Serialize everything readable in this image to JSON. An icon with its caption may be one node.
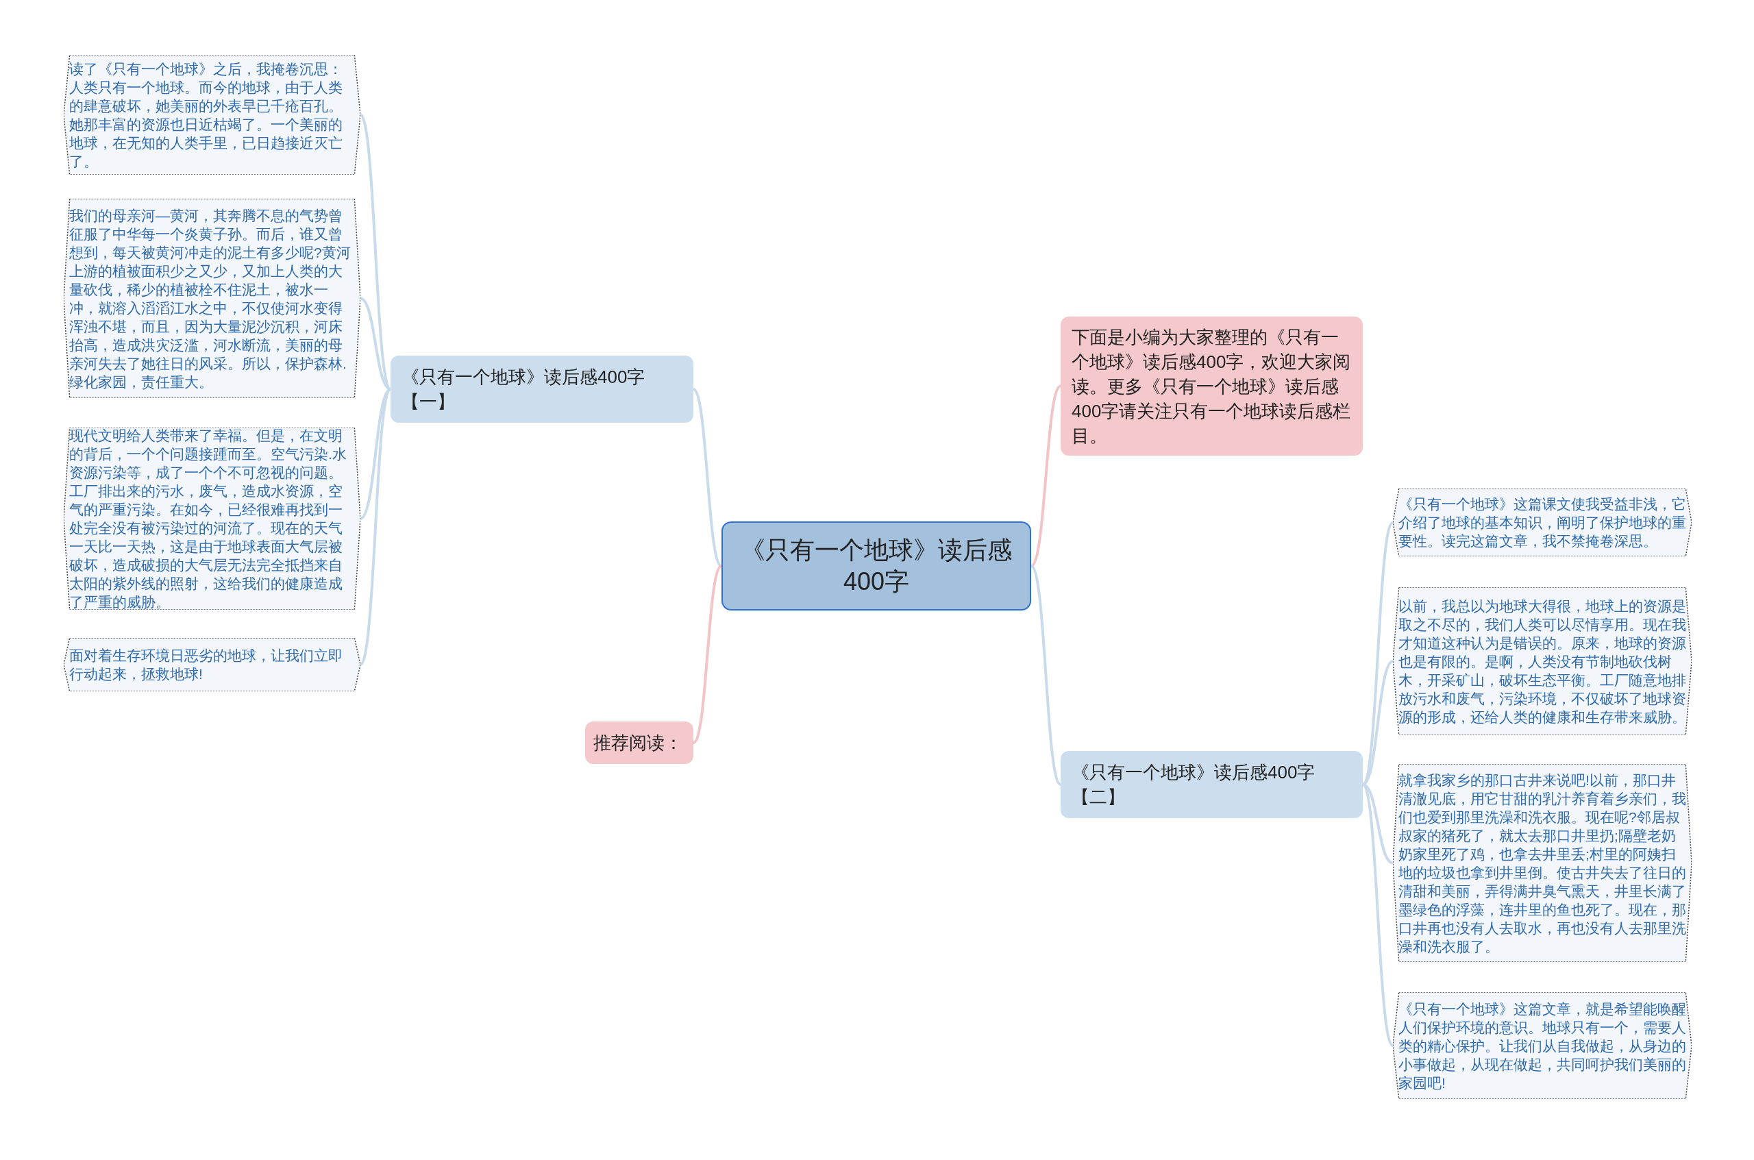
{
  "diagram": {
    "nodes": [
      {
        "text": [
          "《只有一个地球》读后感400字"
        ]
      },
      {
        "text": [
          "下面是小编为大家整理的《只有一个地球》读后感400字，欢迎大家阅读。更多《只有一个地球》读后感400字请关注只有一个地球读后感栏目。"
        ]
      },
      {
        "text": [
          "《只有一个地球》读后感400字【一】"
        ]
      },
      {
        "text": [
          "读了《只有一个地球》之后，我掩卷沉思：人类只有一个地球。而今的地球，由于人类的肆意破坏，她美丽的外表早已千疮百孔。她那丰富的资源也日近枯竭了。一个美丽的地球，在无知的人类手里，已日趋接近灭亡了。"
        ]
      },
      {
        "text": [
          "我们的母亲河—黄河，其奔腾不息的气势曾征服了中华每一个炎黄子孙。而后，谁又曾想到，每天被黄河冲走的泥土有多少呢?黄河上游的植被面积少之又少，又加上人类的大量砍伐，稀少的植被栓不住泥土，被水一冲，就溶入滔滔江水之中，不仅使河水变得浑浊不堪，而且，因为大量泥沙沉积，河床抬高，造成洪灾泛滥，河水断流，美丽的母亲河失去了她往日的风采。所以，保护森林.绿化家园，责任重大。"
        ]
      },
      {
        "text": [
          "现代文明给人类带来了幸福。但是，在文明的背后，一个个问题接踵而至。空气污染.水资源污染等，成了一个个不可忽视的问题。工厂排出来的污水，废气，造成水资源，空气的严重污染。在如今，已经很难再找到一处完全没有被污染过的河流了。现在的天气一天比一天热，这是由于地球表面大气层被破坏，造成破损的大气层无法完全抵挡来自太阳的紫外线的照射，这给我们的健康造成了严重的威胁。"
        ]
      },
      {
        "text": [
          "面对着生存环境日恶劣的地球，让我们立即行动起来，拯救地球!"
        ]
      },
      {
        "text": [
          "推荐阅读："
        ]
      },
      {
        "text": [
          "《只有一个地球》读后感400字【二】"
        ]
      },
      {
        "text": [
          "《只有一个地球》这篇课文使我受益非浅，它介绍了地球的基本知识，阐明了保护地球的重要性。读完这篇文章，我不禁掩卷深思。"
        ]
      },
      {
        "text": [
          "以前，我总以为地球大得很，地球上的资源是取之不尽的，我们人类可以尽情享用。现在我才知道这种认为是错误的。原来，地球的资源也是有限的。是啊，人类没有节制地砍伐树木，开采矿山，破坏生态平衡。工厂随意地排放污水和废气，污染环境，不仅破坏了地球资源的形成，还给人类的健康和生存带来威胁。"
        ]
      },
      {
        "text": [
          "就拿我家乡的那口古井来说吧!以前，那口井清澈见底，用它甘甜的乳汁养育着乡亲们，我们也爱到那里洗澡和洗衣服。现在呢?邻居叔叔家的猪死了，就太去那口井里扔;隔壁老奶奶家里死了鸡，也拿去井里丢;村里的阿姨扫地的垃圾也拿到井里倒。使古井失去了往日的清甜和美丽，弄得满井臭气熏天，井里长满了墨绿色的浮藻，连井里的鱼也死了。现在，那口井再也没有人去取水，再也没有人去那里洗澡和洗衣服了。"
        ]
      },
      {
        "text": [
          "《只有一个地球》这篇文章，就是希望能唤醒人们保护环境的意识。地球只有一个，需要人类的精心保护。让我们从自我做起，从身边的小事做起，从现在做起，共同呵护我们美丽的家园吧!"
        ]
      }
    ],
    "edges": [
      {
        "from": 0,
        "to": 1,
        "arrow": "none",
        "color": "#f2c4c7"
      },
      {
        "from": 0,
        "to": 2,
        "arrow": "none"
      },
      {
        "from": 2,
        "to": 3,
        "arrow": "none"
      },
      {
        "from": 2,
        "to": 4,
        "arrow": "none"
      },
      {
        "from": 2,
        "to": 5,
        "arrow": "none"
      },
      {
        "from": 2,
        "to": 6,
        "arrow": "none"
      },
      {
        "from": 0,
        "to": 7,
        "arrow": "none",
        "color": "#f2c4c7"
      },
      {
        "from": 0,
        "to": 8,
        "arrow": "none"
      },
      {
        "from": 8,
        "to": 9,
        "arrow": "none"
      },
      {
        "from": 8,
        "to": 10,
        "arrow": "none"
      },
      {
        "from": 8,
        "to": 11,
        "arrow": "none"
      },
      {
        "from": 8,
        "to": 12,
        "arrow": "none"
      }
    ]
  }
}
